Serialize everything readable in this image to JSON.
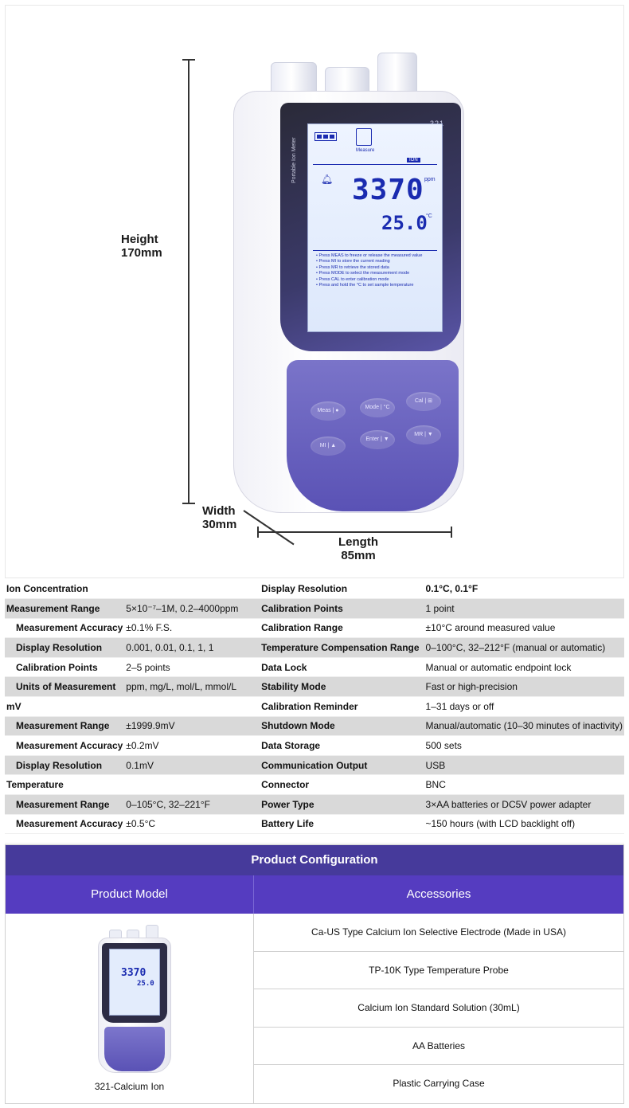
{
  "hero": {
    "height_label": "Height\n170mm",
    "width_label": "Width\n30mm",
    "length_label": "Length\n85mm",
    "meter": {
      "model": "321",
      "brand": "Portable Ion Meter",
      "lcd_mode": "Measure",
      "lcd_tag": "ION",
      "lcd_reading": "3370",
      "lcd_unit": "ppm",
      "lcd_temp": "25.0",
      "lcd_temp_unit": "°C",
      "lcd_help": [
        "• Press MEAS to freeze or release the measured value",
        "• Press MI to store the current reading",
        "• Press MR to retrieve the stored data",
        "• Press MODE to select the measurement mode",
        "• Press CAL to enter calibration mode",
        "• Press and hold the °C to set sample temperature"
      ],
      "keys": [
        "Meas | ●",
        "Mode | °C",
        "Cal | ⊞",
        "MI | ▲",
        "Enter | ▼",
        "MR | ▼"
      ]
    }
  },
  "spec": {
    "rows": [
      {
        "a": "Ion Concentration",
        "a_style": "head",
        "b": "",
        "c": "Display Resolution",
        "d": "0.1°C, 0.1°F",
        "d_bold": true
      },
      {
        "a": "Measurement Range",
        "a_style": "head",
        "b": "5×10⁻⁷–1M, 0.2–4000ppm",
        "c": "Calibration Points",
        "d": "1 point"
      },
      {
        "a": "Measurement Accuracy",
        "a_style": "sub",
        "b": "±0.1% F.S.",
        "c": "Calibration Range",
        "d": "±10°C around measured value"
      },
      {
        "a": "Display Resolution",
        "a_style": "sub",
        "b": "0.001, 0.01, 0.1, 1, 1",
        "c": "Temperature Compensation Range",
        "d": "0–100°C, 32–212°F (manual or automatic)"
      },
      {
        "a": "Calibration Points",
        "a_style": "sub",
        "b": "2–5 points",
        "c": "Data Lock",
        "d": "Manual or automatic endpoint lock"
      },
      {
        "a": "Units of Measurement",
        "a_style": "sub",
        "b": "ppm, mg/L, mol/L, mmol/L",
        "c": "Stability Mode",
        "d": "Fast or high-precision"
      },
      {
        "a": "mV",
        "a_style": "head",
        "b": "",
        "c": "Calibration Reminder",
        "d": "1–31 days or off"
      },
      {
        "a": "Measurement Range",
        "a_style": "sub",
        "b": "±1999.9mV",
        "c": "Shutdown Mode",
        "d": "Manual/automatic (10–30 minutes of inactivity)"
      },
      {
        "a": "Measurement Accuracy",
        "a_style": "sub",
        "b": "±0.2mV",
        "c": "Data Storage",
        "d": "500 sets"
      },
      {
        "a": "Display Resolution",
        "a_style": "sub",
        "b": "0.1mV",
        "c": "Communication Output",
        "d": "USB"
      },
      {
        "a": "Temperature",
        "a_style": "head",
        "b": "",
        "c": "Connector",
        "d": "BNC"
      },
      {
        "a": "Measurement Range",
        "a_style": "sub",
        "b": "0–105°C, 32–221°F",
        "c": "Power Type",
        "d": "3×AA batteries or DC5V power adapter"
      },
      {
        "a": "Measurement Accuracy",
        "a_style": "sub",
        "b": "±0.5°C",
        "c": "Battery Life",
        "d": "~150 hours (with LCD backlight off)"
      }
    ]
  },
  "config": {
    "title": "Product Configuration",
    "model_header": "Product Model",
    "accessories_header": "Accessories",
    "model_name": "321-Calcium Ion",
    "thumb_reading": "3370",
    "thumb_temp": "25.0",
    "accessories": [
      "Ca-US Type Calcium Ion Selective Electrode (Made in USA)",
      "TP-10K Type Temperature Probe",
      "Calcium Ion Standard Solution (30mL)",
      "AA Batteries",
      "Plastic Carrying Case"
    ]
  },
  "colors": {
    "config_title_bg": "#463a9b",
    "config_header_bg": "#553cc0",
    "lcd_text": "#1a2bb0",
    "row_alt": "#d9d9d9"
  }
}
